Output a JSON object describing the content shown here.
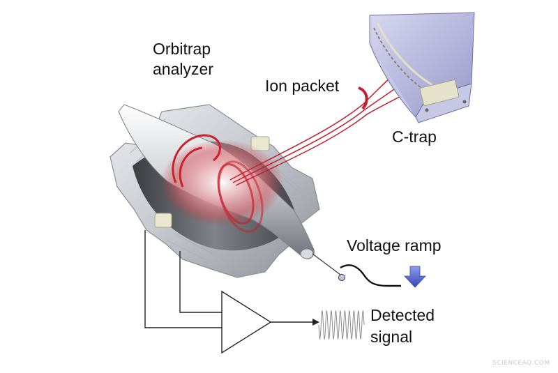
{
  "labels": {
    "orbitrap_line1": "Orbitrap",
    "orbitrap_line2": "analyzer",
    "ion_packet": "Ion packet",
    "c_trap": "C-trap",
    "voltage_ramp": "Voltage ramp",
    "detected_line1": "Detected",
    "detected_line2": "signal"
  },
  "watermark": "SCIENCEAQ.COM",
  "colors": {
    "trace": "#cc1f2a",
    "steel": "#b9bcc2",
    "trap_body": "#b4b7dd",
    "arrow": "#4a5fc8"
  }
}
